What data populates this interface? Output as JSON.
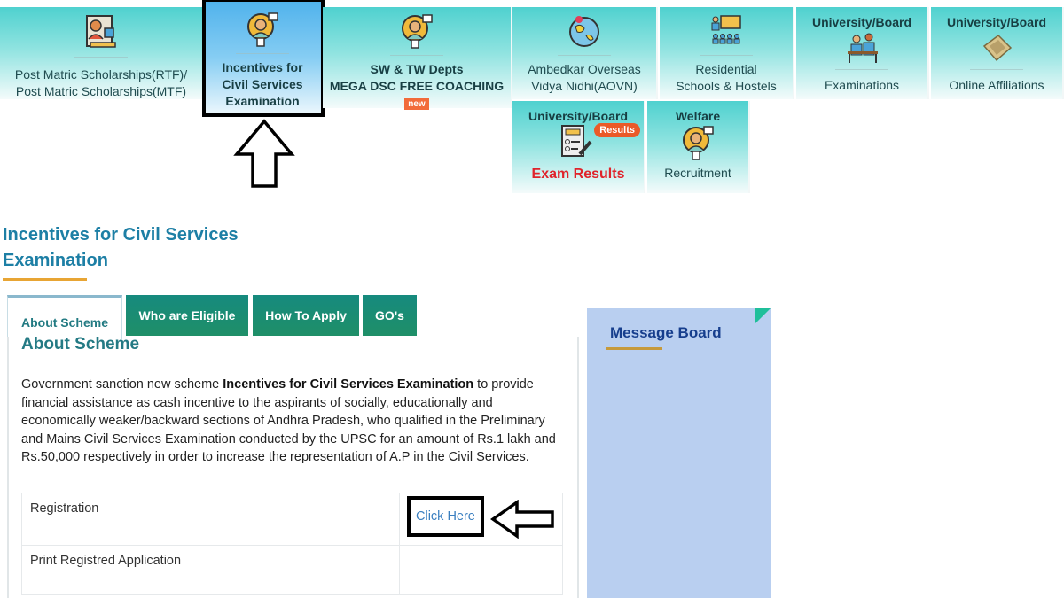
{
  "tiles": [
    {
      "id": "post-matric",
      "lines": [
        "Post Matric Scholarships(RTF)/",
        "Post Matric Scholarships(MTF)"
      ],
      "icon": "scholarship-icon"
    },
    {
      "id": "incentives-civil",
      "lines": [
        "Incentives for",
        "Civil Services",
        "Examination"
      ],
      "icon": "gear-person-icon",
      "active": true
    },
    {
      "id": "mega-dsc",
      "lines": [
        "SW & TW Depts",
        "MEGA DSC FREE COACHING"
      ],
      "badge": "new",
      "icon": "gear-person-icon"
    },
    {
      "id": "aovn",
      "lines": [
        "Ambedkar Overseas",
        "Vidya Nidhi(AOVN)"
      ],
      "icon": "globe-icon"
    },
    {
      "id": "residential",
      "lines": [
        "Residential",
        "Schools & Hostels"
      ],
      "icon": "classroom-icon"
    },
    {
      "id": "univ-exams",
      "top": "University/Board",
      "lines": [
        "Examinations"
      ],
      "icon": "exam-students-icon"
    },
    {
      "id": "univ-affiliations",
      "top": "University/Board",
      "lines": [
        "Online Affiliations"
      ],
      "icon": "building-icon"
    },
    {
      "id": "univ-results",
      "top": "University/Board",
      "lines": [
        "Exam Results"
      ],
      "badge": "Results",
      "icon": "result-sheet-icon"
    },
    {
      "id": "welfare-recruit",
      "top": "Welfare",
      "lines": [
        "Recruitment"
      ],
      "icon": "gear-person-icon"
    }
  ],
  "page_title": "Incentives for Civil Services Examination",
  "tabs": [
    {
      "label": "About Scheme",
      "active": true
    },
    {
      "label": "Who are Eligible"
    },
    {
      "label": "How To Apply"
    },
    {
      "label": "GO's"
    }
  ],
  "section": {
    "title": "About Scheme",
    "desc_prefix": "Government sanction new scheme ",
    "desc_bold": "Incentives for Civil Services Examination",
    "desc_rest": " to provide financial assistance as cash incentive to the aspirants of socially, educationally and economically weaker/backward sections of Andhra Pradesh, who qualified in the Preliminary and Mains Civil Services Examination conducted by the UPSC for an amount of Rs.1 lakh and Rs.50,000 respectively in order to increase the representation of A.P in the Civil Services."
  },
  "links_table": [
    {
      "label": "Registration",
      "link": "Click Here"
    },
    {
      "label": "Print Registred Application",
      "link": ""
    }
  ],
  "message_board": {
    "title": "Message Board"
  },
  "colors": {
    "teal_tile": "#4fd1cf",
    "active_tile": "#4fb2ec",
    "tab_green": "#168a7e",
    "title_blue": "#1d7fa5",
    "underline_orange": "#e8a534",
    "msg_board_bg": "#b9cff0",
    "results_red": "#e0232b"
  }
}
